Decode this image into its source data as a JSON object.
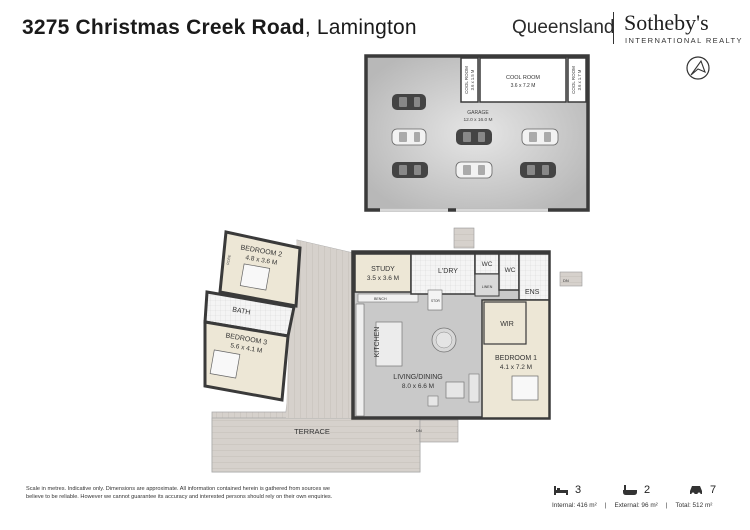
{
  "header": {
    "address_street": "3275 Christmas Creek Road",
    "address_separator": ",",
    "address_locality": "Lamington",
    "brand_region": "Queensland",
    "brand_name": "Sotheby's",
    "brand_subtitle": "INTERNATIONAL REALTY"
  },
  "rooms": {
    "garage": {
      "name": "GARAGE",
      "size": "12.0 x 16.0 M"
    },
    "cool_room_main": {
      "name": "COOL ROOM",
      "size": "3.6 x 7.2 M"
    },
    "cool_room_left": {
      "name": "COOL ROOM",
      "size": "3.6 x 1.5 M"
    },
    "cool_room_right": {
      "name": "COOL ROOM",
      "size": "3.6 x 1.7 M"
    },
    "bedroom2": {
      "name": "BEDROOM 2",
      "size": "4.8 x 3.6 M"
    },
    "bath": {
      "name": "BATH"
    },
    "bedroom3": {
      "name": "BEDROOM 3",
      "size": "5.6 x 4.1 M"
    },
    "study": {
      "name": "STUDY",
      "size": "3.5 x 3.6 M"
    },
    "bench": {
      "name": "BENCH"
    },
    "kitchen": {
      "name": "KITCHEN"
    },
    "living": {
      "name": "LIVING/DINING",
      "size": "8.0 x 6.6 M"
    },
    "ldry": {
      "name": "L'DRY"
    },
    "linen": {
      "name": "LINEN"
    },
    "wc1": {
      "name": "WC"
    },
    "wc2": {
      "name": "WC"
    },
    "ens": {
      "name": "ENS"
    },
    "wir": {
      "name": "WIR"
    },
    "bedroom1": {
      "name": "BEDROOM 1",
      "size": "4.1 x 7.2 M"
    },
    "terrace": {
      "name": "TERRACE"
    },
    "robe_label": "ROBE",
    "stor_label": "STOR",
    "dn_label": "DN",
    "dn_label_2": "DN"
  },
  "footer": {
    "disclaimer_1": "Scale in metres.  Indicative only.  Dimensions are approximate.  All information contained herein is gathered from sources we",
    "disclaimer_2": "believe to be reliable.  However we cannot guarantee its accuracy and interested persons should rely on their own enquiries.",
    "bedrooms": "3",
    "bathrooms": "2",
    "car_spaces": "7",
    "internal": "Internal: 416 m²",
    "external": "External: 96 m²",
    "total": "Total: 512 m²",
    "separator": "|"
  },
  "colors": {
    "garage_floor": "#b3b3b3",
    "interior_floor": "#c9c9c9",
    "carpet": "#ede7d6",
    "deck": "#d6d1cc",
    "tile": "#f2f2f2",
    "wall": "#3a3a3a",
    "white": "#ffffff"
  },
  "icons": [
    "compass-icon",
    "bed-icon",
    "bath-icon",
    "car-icon"
  ]
}
